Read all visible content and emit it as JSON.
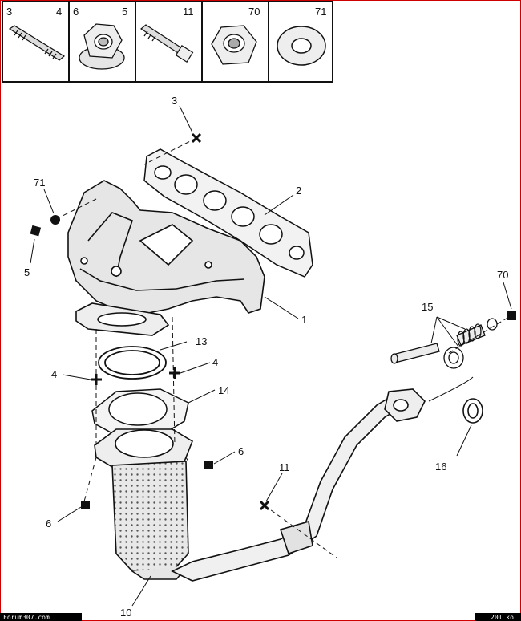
{
  "parts_header": [
    {
      "left": "3",
      "right": "4",
      "icon": "stud-bolt-icon"
    },
    {
      "left": "6",
      "right": "5",
      "icon": "flange-nut-icon"
    },
    {
      "left": "",
      "right": "11",
      "icon": "bolt-icon"
    },
    {
      "left": "",
      "right": "70",
      "icon": "hex-nut-icon"
    },
    {
      "left": "",
      "right": "71",
      "icon": "washer-icon"
    }
  ],
  "callouts": {
    "c1": "1",
    "c2": "2",
    "c3": "3",
    "c4a": "4",
    "c4b": "4",
    "c5": "5",
    "c6a": "6",
    "c6b": "6",
    "c10": "10",
    "c11": "11",
    "c13": "13",
    "c14": "14",
    "c15": "15",
    "c16": "16",
    "c70": "70",
    "c71": "71"
  },
  "footer": {
    "left": "Forum307.com",
    "right": "201 ko"
  },
  "colors": {
    "frame": "#d00000",
    "line": "#111111",
    "fill": "#e6e6e6"
  }
}
